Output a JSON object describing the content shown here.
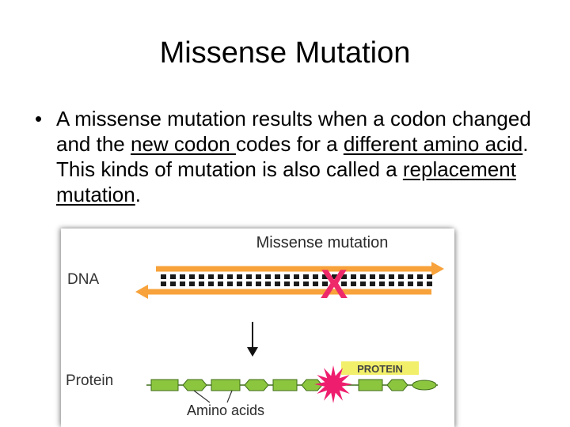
{
  "slide": {
    "title": "Missense Mutation",
    "bullet_symbol": "•",
    "body": {
      "p1": "A missense mutation results when a codon changed and the ",
      "u1": "new codon ",
      "p2": "codes for a ",
      "u2": "different amino acid",
      "p3": ". This kinds of mutation is also called a ",
      "u3": "replacement mutation",
      "p4": "."
    }
  },
  "figure": {
    "title": "Missense mutation",
    "dna_label": "DNA",
    "protein_label": "Protein",
    "protein_tag": "PROTEIN",
    "amino_label": "Amino acids",
    "mutation_mark": "X",
    "colors": {
      "strand": "#f7a23a",
      "rungs": "#1a1a1a",
      "mutation": "#ee2a6b",
      "amino": "#8cc63f",
      "amino_stroke": "#3f6d1a",
      "tag": "#f2ef6a",
      "burst": "#ee1d6d"
    }
  }
}
